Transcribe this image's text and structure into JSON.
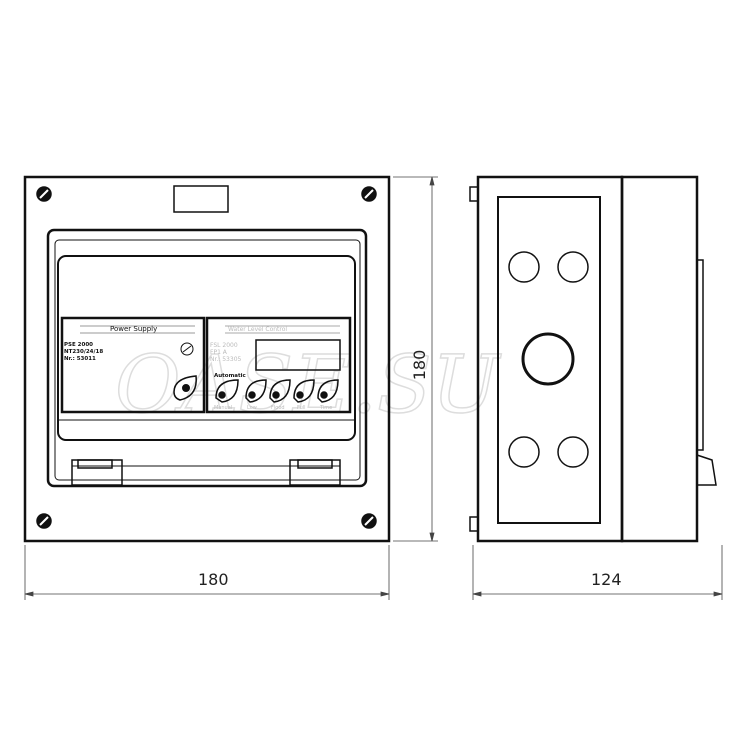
{
  "dimensions": {
    "width": "180",
    "height": "180",
    "depth": "124"
  },
  "power_supply": {
    "title": "Power Supply",
    "model": "PSE 2000",
    "type": "NT230/24/18",
    "number": "Nr.: 53011"
  },
  "level_control": {
    "title": "Water Level Control",
    "model": "FSL 2000",
    "type": "FP1 A",
    "number": "Nr.: 53305",
    "mode_label": "Automatic",
    "buttons": [
      "Manual",
      "Low",
      "Flood",
      "Full",
      "Time"
    ]
  },
  "watermark": "OASE.SU"
}
